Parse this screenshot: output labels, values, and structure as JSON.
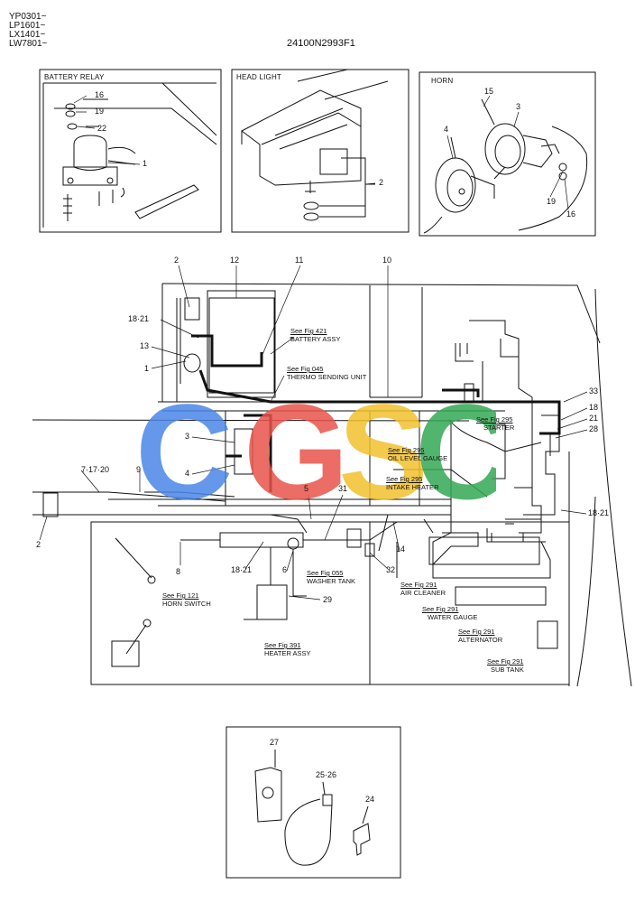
{
  "header": {
    "serials": [
      "YP0301~",
      "LP1601~",
      "LX1401~",
      "LW7801~"
    ],
    "doc_number": "24100N2993F1"
  },
  "panels": {
    "battery_relay": {
      "title": "BATTERY RELAY",
      "callouts": [
        "16",
        "19",
        "22",
        "1"
      ]
    },
    "head_light": {
      "title": "HEAD LIGHT",
      "callouts": [
        "2"
      ]
    },
    "horn": {
      "title": "HORN",
      "callouts": [
        "15",
        "3",
        "4",
        "19",
        "16"
      ]
    }
  },
  "main_callouts": {
    "c2_top": "2",
    "c12": "12",
    "c11": "11",
    "c10": "10",
    "c18_21_a": "18·21",
    "c13": "13",
    "c1": "1",
    "c33": "33",
    "c18": "18",
    "c21": "21",
    "c28": "28",
    "c3": "3",
    "c4": "4",
    "c7_17_20": "7·17·20",
    "c9": "9",
    "c2_left": "2",
    "c5": "5",
    "c31": "31",
    "c18_21_b": "18·21",
    "c8": "8",
    "c18_21_c": "18·21",
    "c6": "6",
    "c32": "32",
    "c14": "14",
    "c29": "29"
  },
  "references": {
    "battery_assy": {
      "fig": "See Fig 421",
      "name": "BATTERY ASSY"
    },
    "thermo": {
      "fig": "See Fig 045",
      "name": "THERMO SENDING UNIT"
    },
    "starter": {
      "fig": "See Fig 295",
      "name": "STARTER"
    },
    "oil_level": {
      "fig": "See Fig 295",
      "name": "OIL LEVEL GAUGE"
    },
    "intake_heater": {
      "fig": "See Fig 295",
      "name": "INTAKE HEATER"
    },
    "washer_tank": {
      "fig": "See Fig 055",
      "name": "WASHER TANK"
    },
    "air_cleaner": {
      "fig": "See Fig 291",
      "name": "AIR CLEANER"
    },
    "horn_switch": {
      "fig": "See Fig 121",
      "name": "HORN SWITCH"
    },
    "water_gauge": {
      "fig": "See Fig 291",
      "name": "WATER GAUGE"
    },
    "alternator": {
      "fig": "See Fig 291",
      "name": "ALTERNATOR"
    },
    "heater_assy": {
      "fig": "See Fig 391",
      "name": "HEATER ASSY"
    },
    "sub_tank": {
      "fig": "See Fig 291",
      "name": "SUB TANK"
    }
  },
  "bottom_panel": {
    "callouts": [
      "27",
      "25·26",
      "24"
    ]
  },
  "watermark": {
    "letters": [
      "C",
      "G",
      "S",
      "C"
    ],
    "colors": [
      "#4a86e8",
      "#e8534a",
      "#f2c12e",
      "#34a853"
    ]
  }
}
